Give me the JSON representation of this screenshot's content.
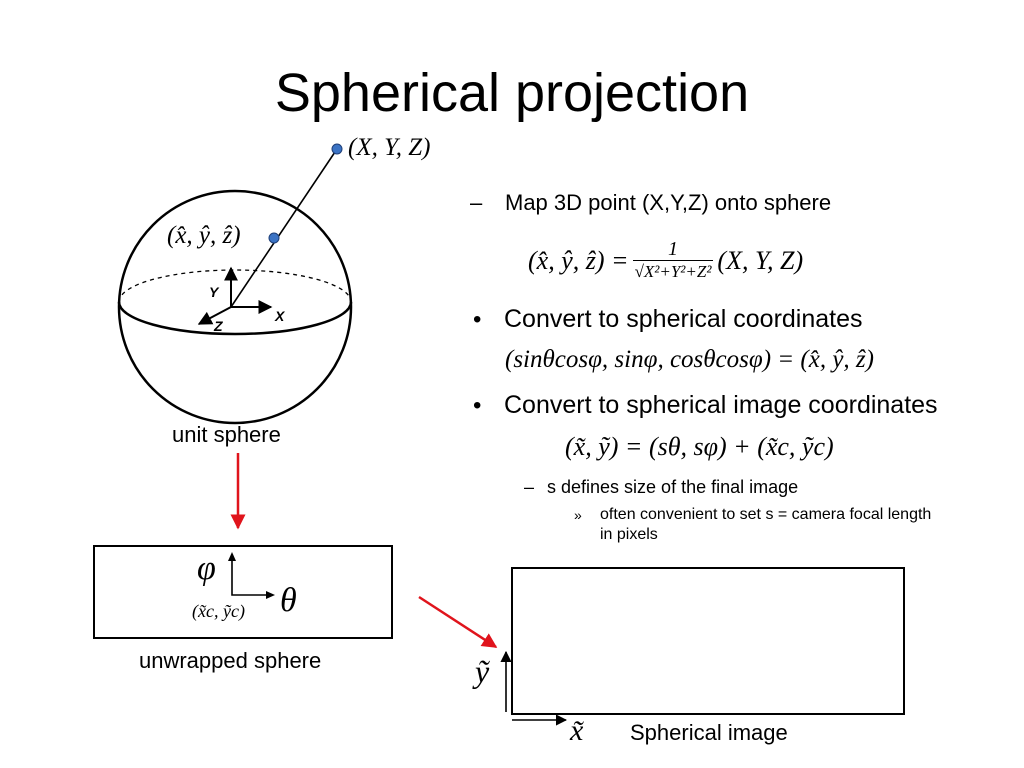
{
  "title": "Spherical projection",
  "bullets": {
    "dash1": "–",
    "dot": "•",
    "map_point": "Map 3D point (X,Y,Z) onto sphere",
    "convert_spherical": "Convert to spherical coordinates",
    "convert_image": "Convert to spherical image coordinates",
    "size_note": "s defines size of the final image",
    "sub_marker": "»",
    "focal_note_1": "often convenient to set s = camera focal length",
    "focal_note_2": "in pixels"
  },
  "equations": {
    "eq1_lhs": "(x̂, ŷ, ẑ) =",
    "eq1_num": "1",
    "eq1_den": "√X²+Y²+Z²",
    "eq1_rhs": "(X, Y, Z)",
    "eq2": "(sinθcosφ, sinφ, cosθcosφ) = (x̂, ŷ, ẑ)",
    "eq3": "(x̃, ỹ) = (sθ, sφ) + (x̃c, ỹc)"
  },
  "sphere": {
    "point_label": "(X, Y, Z)",
    "proj_label": "(x̂, ŷ, ẑ)",
    "axis_y": "Y",
    "axis_x": "X",
    "axis_z": "Z",
    "caption": "unit sphere"
  },
  "unwrapped": {
    "phi": "φ",
    "theta": "θ",
    "center_label": "(x̃c, ỹc)",
    "caption": "unwrapped sphere"
  },
  "spherical_image": {
    "y_axis": "ỹ",
    "x_axis": "x̃",
    "caption": "Spherical image"
  },
  "colors": {
    "arrow_red": "#e0141c",
    "point_blue": "#3b73c4"
  }
}
